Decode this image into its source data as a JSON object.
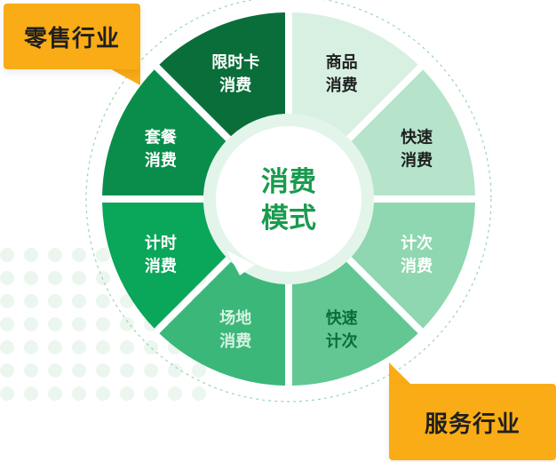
{
  "colors": {
    "tag": "#f9ac16",
    "dot": "#ebf6ef",
    "ring_dash": "#9ad6b2",
    "hub": "#ffffff",
    "hub_ring": "#e3f5ea",
    "center_text": "#1a9b4f"
  },
  "tags": {
    "retail": "零售行业",
    "service": "服务行业"
  },
  "center": {
    "line1": "消费",
    "line2": "模式"
  },
  "segments": [
    {
      "id": "xianshika",
      "lines": [
        "限时卡",
        "消费"
      ],
      "color": "#0a6e3a",
      "text_color": "#ffffff"
    },
    {
      "id": "shangpin",
      "lines": [
        "商品",
        "消费"
      ],
      "color": "#d7f0e2",
      "text_color": "#1f1f1f"
    },
    {
      "id": "kuaisu",
      "lines": [
        "快速",
        "消费"
      ],
      "color": "#b5e4cb",
      "text_color": "#1f1f1f"
    },
    {
      "id": "jici",
      "lines": [
        "计次",
        "消费"
      ],
      "color": "#8ed7b0",
      "text_color": "#ffffff"
    },
    {
      "id": "kuaisujici",
      "lines": [
        "快速",
        "计次"
      ],
      "color": "#62c792",
      "text_color": "#0a6e3a"
    },
    {
      "id": "changdi",
      "lines": [
        "场地",
        "消费"
      ],
      "color": "#3bb77a",
      "text_color": "#d6f2e2"
    },
    {
      "id": "jishi",
      "lines": [
        "计时",
        "消费"
      ],
      "color": "#0aa659",
      "text_color": "#ffffff"
    },
    {
      "id": "taocan",
      "lines": [
        "套餐",
        "消费"
      ],
      "color": "#0a8d4b",
      "text_color": "#ffffff"
    }
  ]
}
